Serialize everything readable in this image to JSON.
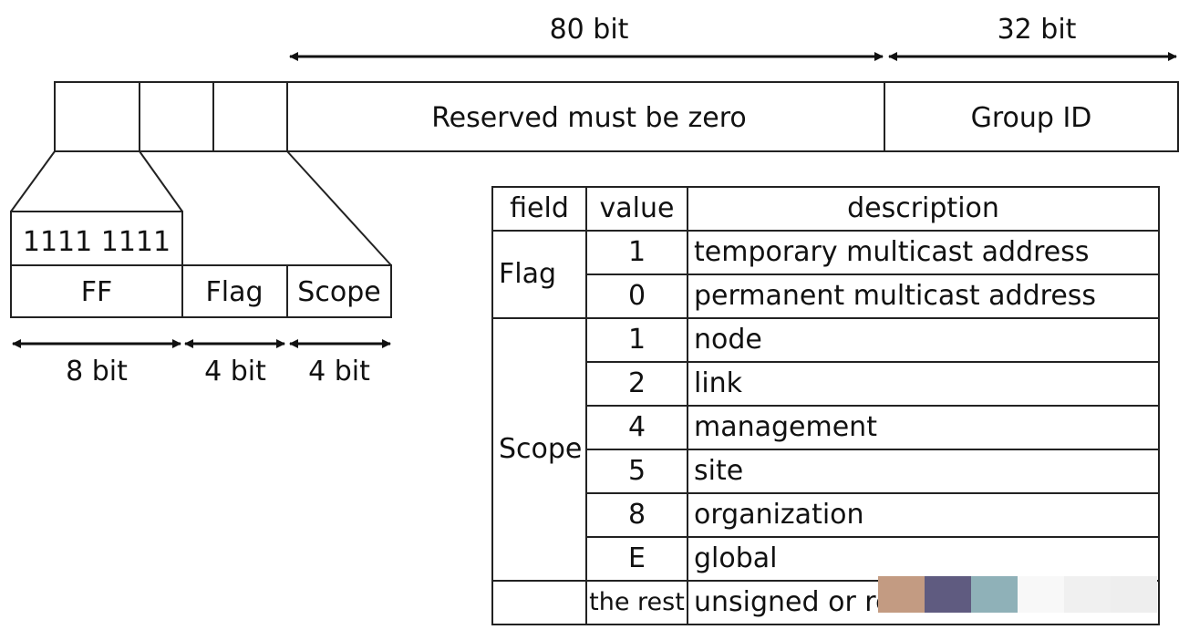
{
  "header": {
    "label_80": "80 bit",
    "label_32": "32 bit"
  },
  "address": {
    "reserved": "Reserved must be zero",
    "group_id": "Group ID"
  },
  "detail": {
    "prefix_value": "1111 1111",
    "ff": "FF",
    "flag": "Flag",
    "scope": "Scope",
    "width_8": "8 bit",
    "width_4_flag": "4 bit",
    "width_4_scope": "4 bit"
  },
  "table": {
    "headers": [
      "field",
      "value",
      "description"
    ],
    "flag_group": {
      "field": "Flag",
      "rows": [
        {
          "value": "1",
          "description": "temporary multicast address"
        },
        {
          "value": "0",
          "description": "permanent multicast address"
        }
      ]
    },
    "scope_group": {
      "field": "Scope",
      "rows": [
        {
          "value": "1",
          "description": "node"
        },
        {
          "value": "2",
          "description": "link"
        },
        {
          "value": "4",
          "description": "management"
        },
        {
          "value": "5",
          "description": "site"
        },
        {
          "value": "8",
          "description": "organization"
        },
        {
          "value": "E",
          "description": "global"
        },
        {
          "value": "the rest",
          "description": "unsigned or reserved"
        }
      ]
    }
  },
  "watermark_colors": [
    "#c39b82",
    "#5f5b80",
    "#8fb1b8",
    "#f8f8f8",
    "#f0f0f0",
    "#eeeeee"
  ]
}
